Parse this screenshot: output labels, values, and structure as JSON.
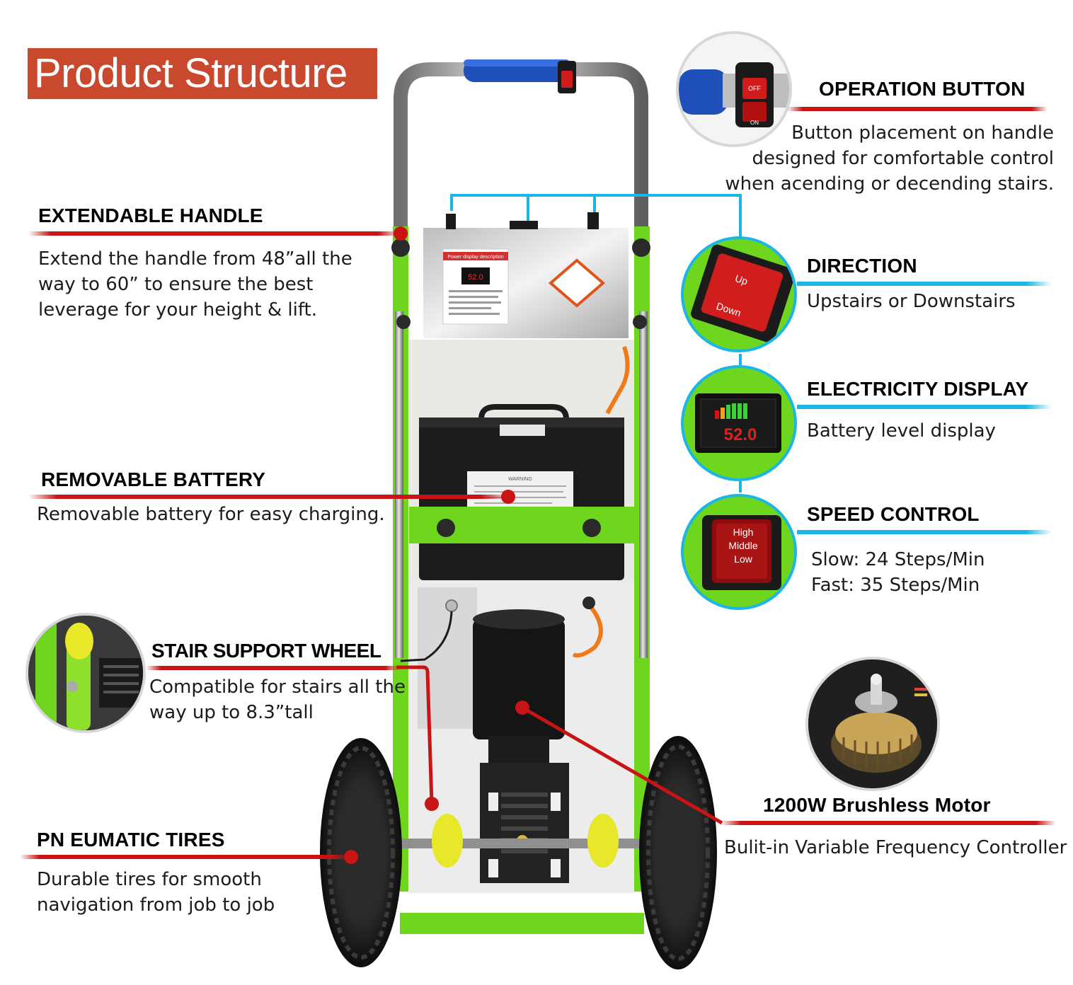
{
  "title": "Product Structure",
  "features": {
    "operation_button": {
      "heading": "OPERATION BUTTON",
      "desc": [
        "Button placement on handle",
        "designed for comfortable control",
        "when acending or decending stairs."
      ],
      "switch_labels": [
        "OFF",
        "ON"
      ]
    },
    "extendable_handle": {
      "heading": "EXTENDABLE HANDLE",
      "desc": [
        "Extend the handle from 48”all the",
        "way to 60” to ensure the best",
        "leverage for your height & lift."
      ]
    },
    "direction": {
      "heading": "DIRECTION",
      "desc": "Upstairs or Downstairs",
      "switch_labels": [
        "Up",
        "Down"
      ]
    },
    "electricity_display": {
      "heading": "ELECTRICITY DISPLAY",
      "desc": "Battery level display",
      "readout": "52.0"
    },
    "removable_battery": {
      "heading": "REMOVABLE BATTERY",
      "desc": "Removable battery for easy charging."
    },
    "speed_control": {
      "heading": "SPEED CONTROL",
      "desc": [
        "Slow: 24 Steps/Min",
        "Fast: 35 Steps/Min"
      ],
      "switch_labels": [
        "High",
        "Middle",
        "Low"
      ]
    },
    "stair_support_wheel": {
      "heading": "STAIR SUPPORT WHEEL",
      "desc": [
        "Compatible for stairs all the",
        "way up to 8.3”tall"
      ]
    },
    "motor": {
      "heading": "1200W Brushless Motor",
      "desc": "Bulit-in Variable Frequency Controller"
    },
    "tires": {
      "heading": "PN EUMATIC TIRES",
      "desc": [
        "Durable tires for smooth",
        "navigation from job to job"
      ]
    }
  },
  "product_labels": {
    "power_sticker": "Power display description",
    "power_sticker_readout": "52.0",
    "battery_warning": "WARNING"
  },
  "colors": {
    "title_bg": "#c8492e",
    "red_accent": "#c81414",
    "blue_accent": "#1cb6e6",
    "frame_green": "#6fd61e",
    "handle_blue": "#1f4fb8"
  }
}
